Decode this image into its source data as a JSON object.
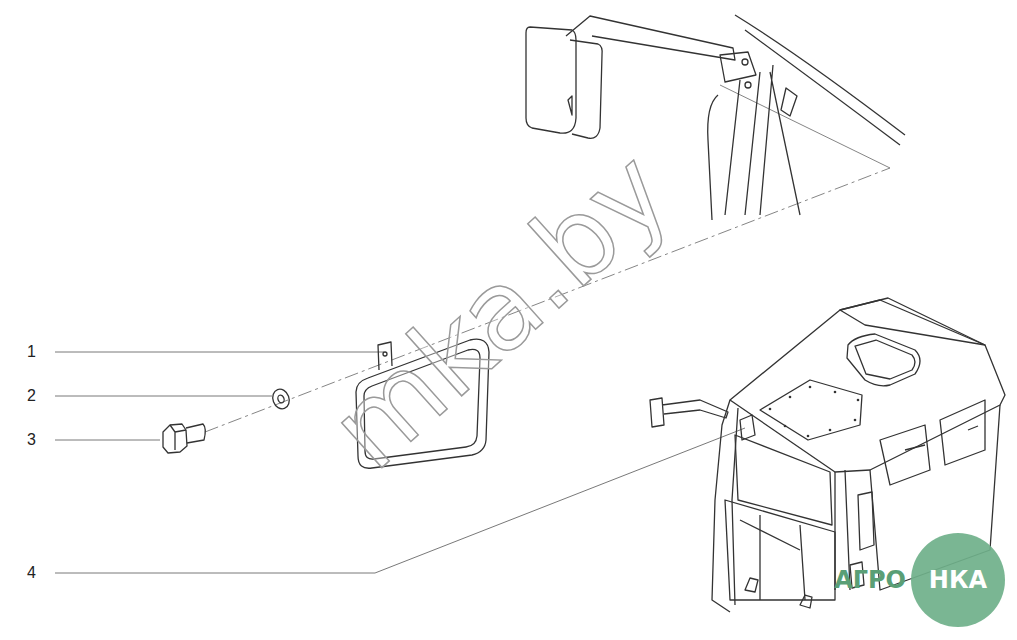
{
  "diagram": {
    "nodes": [
      {
        "text": [
          "АГРО",
          "НКА"
        ]
      }
    ],
    "labels": [
      "1",
      "2",
      "3",
      "4",
      "mka.by"
    ]
  }
}
